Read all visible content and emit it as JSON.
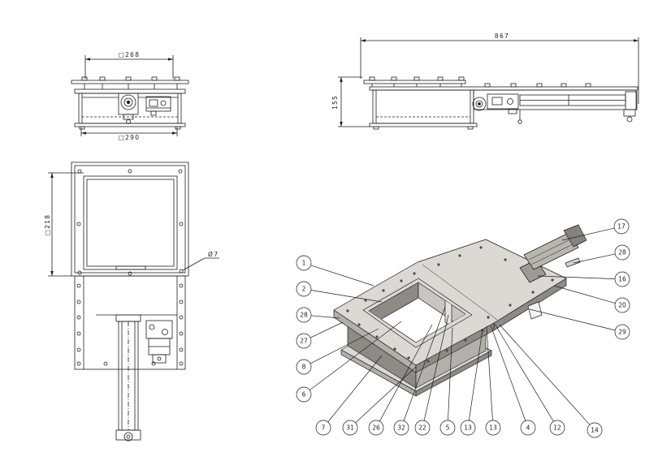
{
  "drawing": {
    "front_view": {
      "top_width": "□268",
      "base_width": "□290"
    },
    "side_view": {
      "overall_length": "867",
      "height": "155"
    },
    "plan_view": {
      "opening": "□218",
      "hole_diameter": "Ø7"
    },
    "balloons": {
      "left": [
        "1",
        "2",
        "28",
        "27",
        "8",
        "6"
      ],
      "bottom": [
        "7",
        "31",
        "26",
        "32",
        "22",
        "5",
        "13",
        "13",
        "4",
        "12",
        "14"
      ],
      "right": [
        "17",
        "28",
        "16",
        "20",
        "29"
      ]
    }
  },
  "colors": {
    "line": "#1e1e1e",
    "surface_top": "#dcd9d5",
    "surface_side": "#b3afaa",
    "surface_dark": "#8e8a85",
    "background": "#ffffff"
  }
}
